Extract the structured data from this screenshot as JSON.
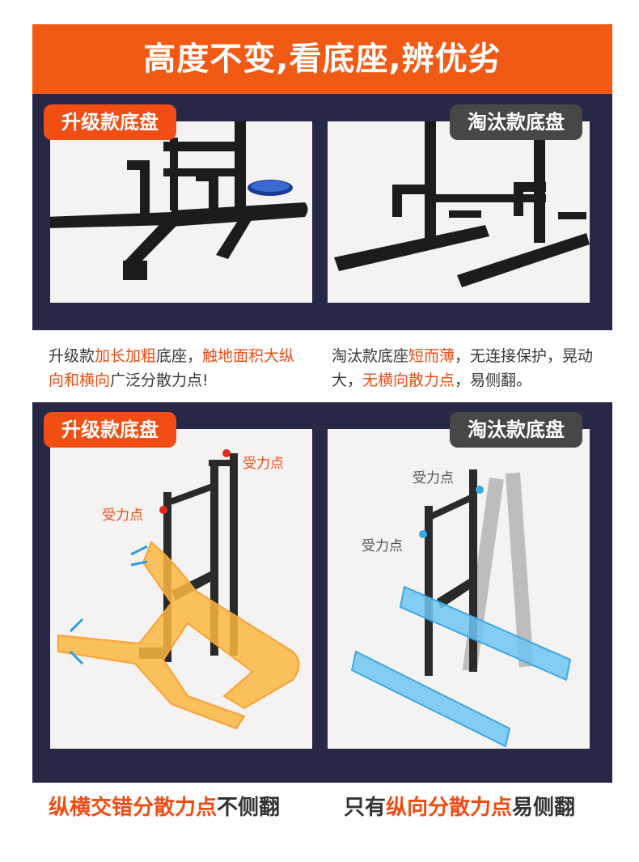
{
  "banner": {
    "title": "高度不变,看底座,辨优劣"
  },
  "top_panel": {
    "left_tag": "升级款底盘",
    "right_tag": "淘汰款底盘"
  },
  "descriptions": {
    "left": {
      "p1": "升级款",
      "h1": "加长加粗",
      "p2": "底座，",
      "h2": "触地面积大纵向和横向",
      "p3": "广泛分散力点!"
    },
    "right": {
      "p1": "淘汰款底座",
      "h1": "短而薄",
      "p2": "，无连接保护，晃动大，",
      "h2": "无横向散力点",
      "p3": "，易侧翻。"
    }
  },
  "bottom_panel": {
    "left_tag": "升级款底盘",
    "right_tag": "淘汰款底盘",
    "left_force_label_1": "受力点",
    "left_force_label_2": "受力点",
    "right_force_label_1": "受力点",
    "right_force_label_2": "受力点"
  },
  "captions": {
    "left": {
      "h1": "纵横交错分散力点",
      "p1": "不侧翻"
    },
    "right": {
      "p1": "只有",
      "h1": "纵向分散力点",
      "p2": "易侧翻"
    }
  },
  "colors": {
    "accent": "#f05a14",
    "panel": "#262845",
    "grey_tag": "#474747",
    "highlight_text": "#f04c14",
    "frame": "#1e1e1e",
    "force_orange": "#f9b641",
    "force_blue": "#6ec6f2"
  }
}
